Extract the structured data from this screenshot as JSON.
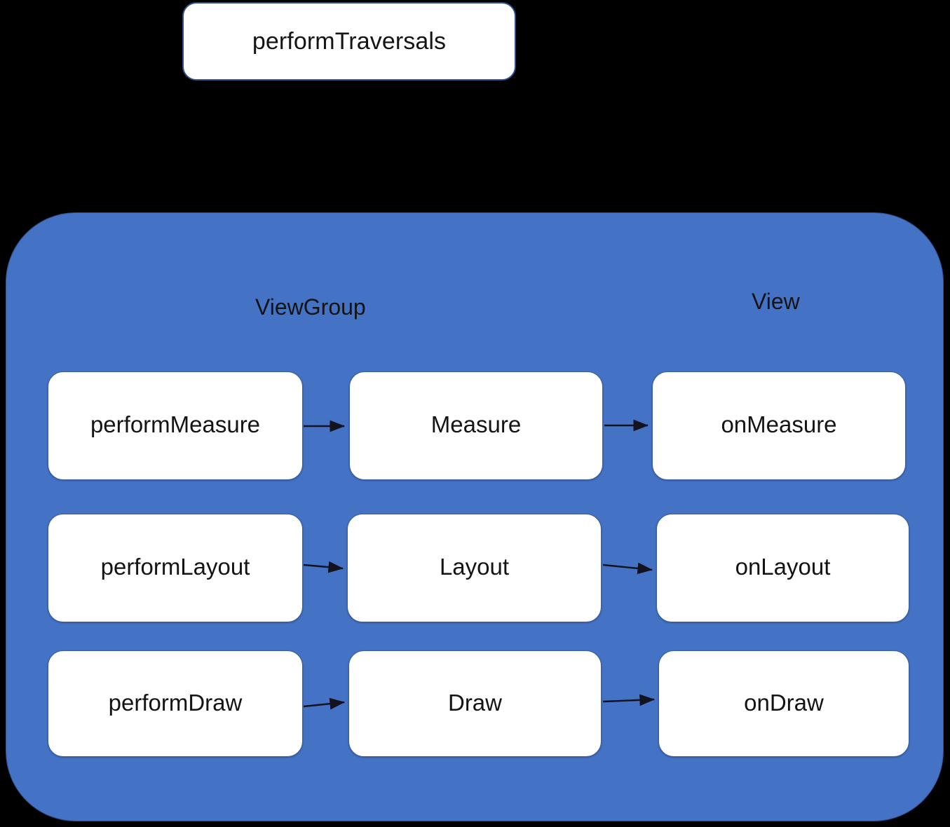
{
  "diagram": {
    "title_node": {
      "label": "performTraversals"
    },
    "container": {
      "fill_color": "#4472C4",
      "border_color": "#2E4E86"
    },
    "captions": {
      "viewgroup": "ViewGroup",
      "view": "View"
    },
    "columns": [
      "ViewGroup",
      "",
      "View"
    ],
    "rows": [
      {
        "name": "measure-row",
        "left": "performMeasure",
        "middle": "Measure",
        "right": "onMeasure"
      },
      {
        "name": "layout-row",
        "left": "performLayout",
        "middle": "Layout",
        "right": "onLayout"
      },
      {
        "name": "draw-row",
        "left": "performDraw",
        "middle": "Draw",
        "right": "onDraw"
      }
    ],
    "edges": [
      {
        "from": "performMeasure",
        "to": "Measure"
      },
      {
        "from": "Measure",
        "to": "onMeasure"
      },
      {
        "from": "performLayout",
        "to": "Layout"
      },
      {
        "from": "Layout",
        "to": "onLayout"
      },
      {
        "from": "performDraw",
        "to": "Draw"
      },
      {
        "from": "Draw",
        "to": "onDraw"
      }
    ],
    "colors": {
      "background": "#000000",
      "panel": "#4472C4",
      "node_fill": "#FFFFFF",
      "node_border": "#3B5EA6",
      "title_border": "#2E4E86",
      "text": "#141414",
      "edge": "#1A1A2E"
    }
  }
}
